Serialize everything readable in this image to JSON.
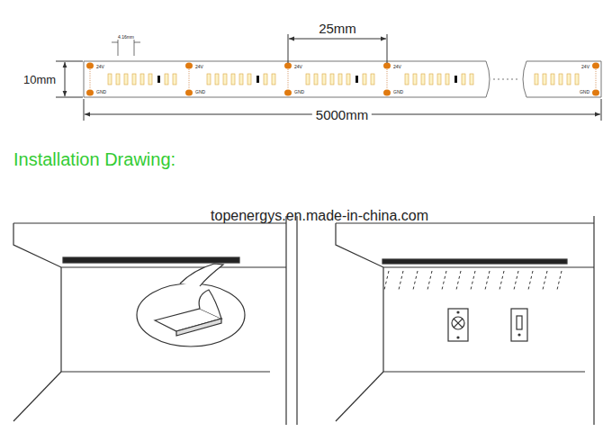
{
  "diagram": {
    "title": "Installation Drawing:",
    "labels": [
      "4.16mm",
      "25mm",
      "10mm",
      "24V",
      "GND",
      "24V",
      "GND",
      "24V",
      "GND",
      "24V",
      "GND",
      "24V",
      "GND",
      "5000mm",
      "topenergys.en.made-in-china.com"
    ]
  }
}
